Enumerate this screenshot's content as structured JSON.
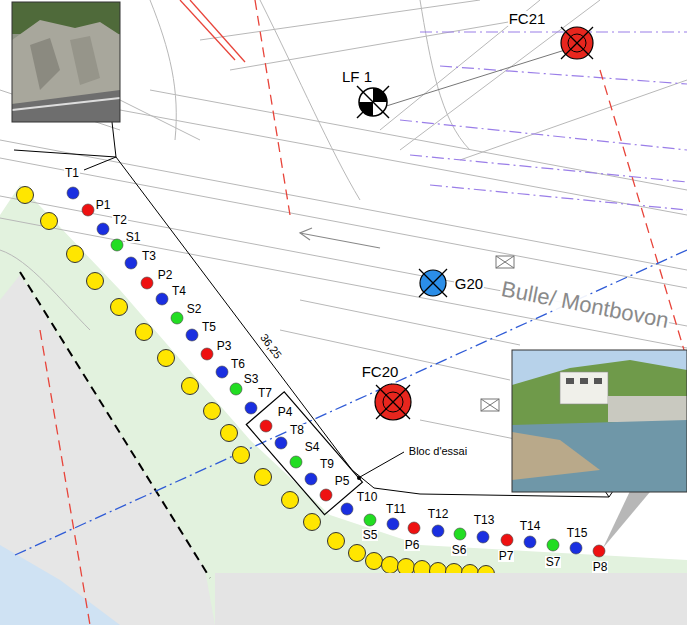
{
  "diagram": {
    "labels": [
      "T1",
      "P1",
      "T2",
      "S1",
      "T3",
      "P2",
      "T4",
      "S2",
      "T5",
      "P3",
      "T6",
      "S3",
      "T7",
      "P4",
      "T8",
      "S4",
      "T9",
      "P5",
      "T10",
      "S5",
      "T11",
      "P6",
      "T12",
      "S6",
      "T13",
      "P7",
      "T14",
      "S7",
      "T15",
      "P8",
      "LF 1",
      "FC21",
      "G20",
      "FC20",
      "Bulle/ Montbovon",
      "36,25",
      "Bloc d'essai"
    ]
  }
}
